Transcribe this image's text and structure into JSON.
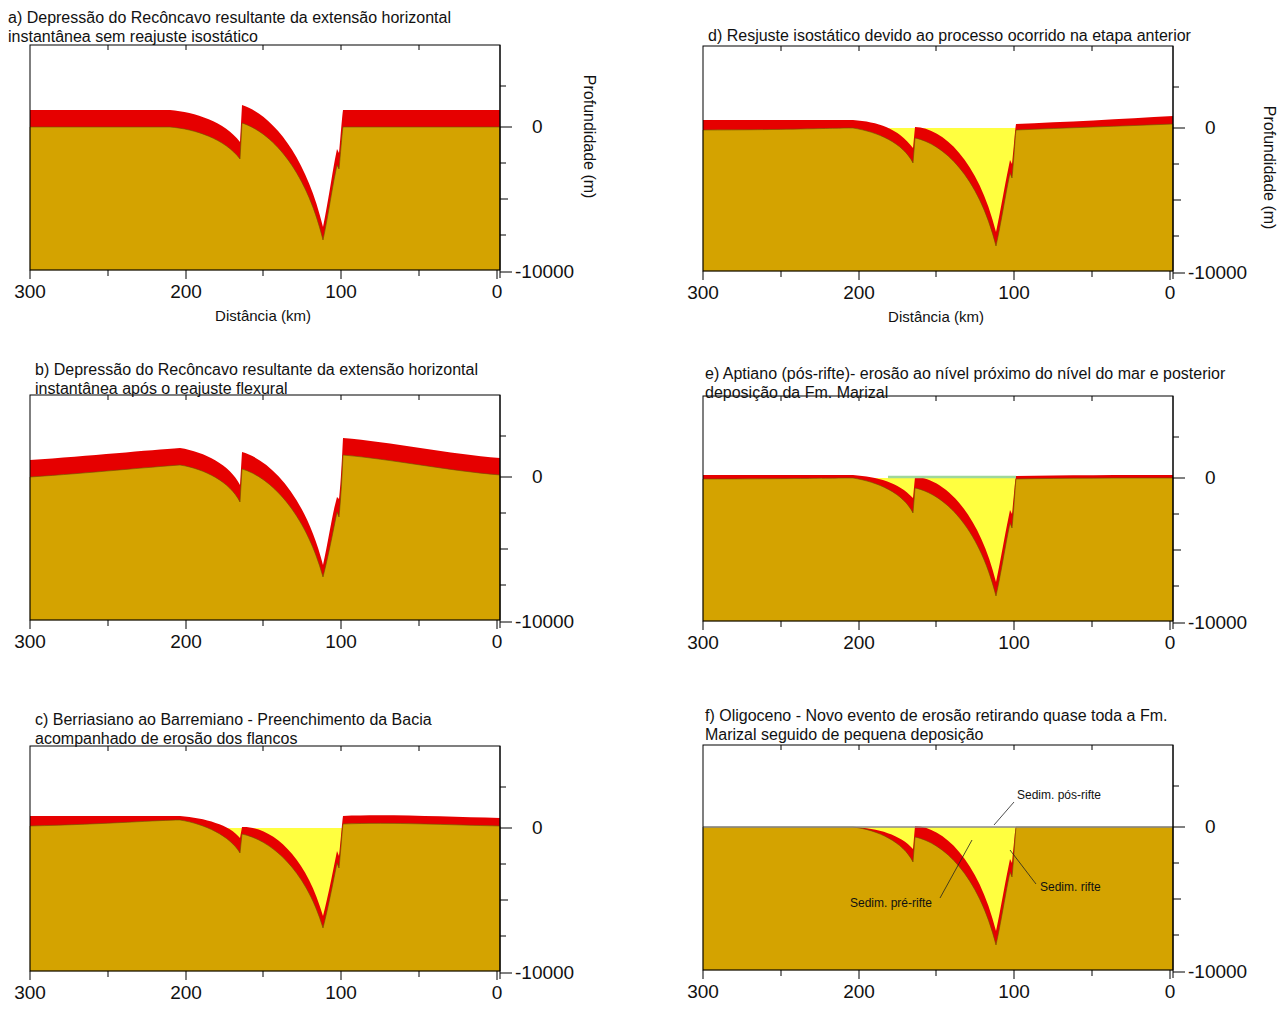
{
  "diagram": {
    "labels": [
      "a) Depressão do Recôncavo resultante da extensão horizontal instantânea sem reajuste isostático",
      "Profundidade (m)",
      "0",
      "-10000",
      "300",
      "200",
      "100",
      "0",
      "Distância (km)",
      "b) Depressão do Recôncavo resultante da extensão horizontal instantânea após o reajuste flexural",
      "0",
      "-10000",
      "300",
      "200",
      "100",
      "0",
      "c) Berriasiano ao Barremiano - Preenchimento da Bacia acompanhado de erosão dos flancos",
      "0",
      "-10000",
      "300",
      "200",
      "100",
      "0",
      "d) Resjuste isostático devido ao processo ocorrido na etapa anterior",
      "Profundidade (m)",
      "0",
      "-10000",
      "300",
      "200",
      "100",
      "0",
      "Distância (km)",
      "e) Aptiano (pós-rifte)- erosão ao nível próximo do nível do mar e posterior deposição da Fm. Marizal",
      "0",
      "-10000",
      "300",
      "200",
      "100",
      "0",
      "f) Oligoceno - Novo evento de erosão retirando quase toda a Fm. Marizal seguido de pequena deposição",
      "0",
      "-10000",
      "300",
      "200",
      "100",
      "0",
      "Sedim. pós-rifte",
      "Sedim. rifte",
      "Sedim. pré-rifte"
    ]
  }
}
